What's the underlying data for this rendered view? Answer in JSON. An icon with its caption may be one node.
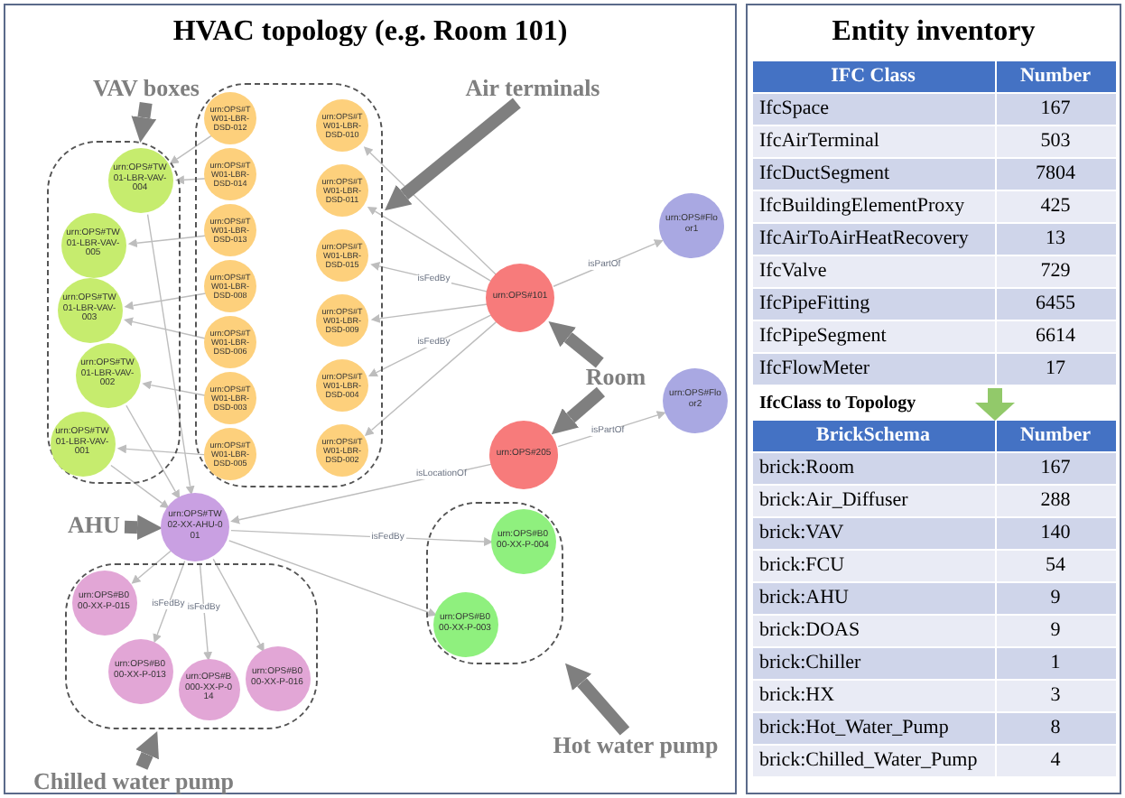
{
  "diagram": {
    "nodes": [
      {
        "text": [
          "HVAC topology (e.g. Room 101)"
        ]
      },
      {
        "text": [
          "Entity inventory"
        ]
      },
      {
        "text": [
          "VAV boxes"
        ],
        "in": 0
      },
      {
        "text": [
          "Air terminals"
        ],
        "in": 0
      },
      {
        "text": [],
        "shape": "box",
        "in": 0
      },
      {
        "text": [
          "urn:OPS#TW01-LBR-VAV-004"
        ],
        "in": 4
      },
      {
        "text": [
          "urn:OPS#TW01-LBR-VAV-005"
        ],
        "in": 4
      },
      {
        "text": [
          "urn:OPS#TW01-LBR-VAV-003"
        ],
        "in": 4
      },
      {
        "text": [
          "urn:OPS#TW01-LBR-VAV-002"
        ],
        "in": 4
      },
      {
        "text": [
          "urn:OPS#TW01-LBR-VAV-001"
        ],
        "in": 4
      },
      {
        "text": [],
        "shape": "box",
        "in": 0
      },
      {
        "text": [
          "urn:OPS#TW01-LBR-DSD-012"
        ],
        "in": 10
      },
      {
        "text": [
          "urn:OPS#TW01-LBR-DSD-010"
        ],
        "in": 10
      },
      {
        "text": [
          "urn:OPS#TW01-LBR-DSD-014"
        ],
        "in": 10
      },
      {
        "text": [
          "urn:OPS#TW01-LBR-DSD-013"
        ],
        "in": 10
      },
      {
        "text": [
          "urn:OPS#TW01-LBR-DSD-008"
        ],
        "in": 10
      },
      {
        "text": [
          "urn:OPS#TW01-LBR-DSD-011"
        ],
        "in": 10
      },
      {
        "text": [
          "urn:OPS#TW01-LBR-DSD-006"
        ],
        "in": 10
      },
      {
        "text": [
          "urn:OPS#TW01-LBR-DSD-015"
        ],
        "in": 10
      },
      {
        "text": [
          "urn:OPS#TW01-LBR-DSD-003"
        ],
        "in": 10
      },
      {
        "text": [
          "urn:OPS#TW01-LBR-DSD-009"
        ],
        "in": 10
      },
      {
        "text": [
          "urn:OPS#TW01-LBR-DSD-005"
        ],
        "in": 10
      },
      {
        "text": [
          "urn:OPS#TW01-LBR-DSD-002"
        ],
        "in": 10
      },
      {
        "text": [
          "urn:OPS#TW01-LBR-DSD-004"
        ],
        "in": 10
      },
      {
        "text": [
          "urn:OPS#Floor1"
        ],
        "in": 0
      },
      {
        "text": [
          "urn:OPS#101"
        ],
        "in": 0
      },
      {
        "text": [
          "Room"
        ],
        "in": 0
      },
      {
        "text": [
          "urn:OPS#Floor2"
        ],
        "in": 0
      },
      {
        "text": [
          "urn:OPS#205"
        ],
        "in": 0
      },
      {
        "text": [
          "urn:OPS#TW02-XX-AHU-001"
        ],
        "in": 0
      },
      {
        "text": [
          "AHU"
        ],
        "in": 0
      },
      {
        "text": [],
        "shape": "box",
        "in": 0
      },
      {
        "text": [
          "urn:OPS#B000-XX-P-015"
        ],
        "in": 31
      },
      {
        "text": [
          "urn:OPS#B000-XX-P-013"
        ],
        "in": 31
      },
      {
        "text": [
          "urn:OPS#B000-XX-P-014"
        ],
        "in": 31
      },
      {
        "text": [
          "urn:OPS#B000-XX-P-016"
        ],
        "in": 31
      },
      {
        "text": [],
        "shape": "box",
        "in": 0
      },
      {
        "text": [
          "urn:OPS#B000-XX-P-004"
        ],
        "in": 36
      },
      {
        "text": [
          "urn:OPS#B000-XX-P-003"
        ],
        "in": 36
      },
      {
        "text": [
          "Chilled water pump"
        ],
        "in": 0
      },
      {
        "text": [
          "Hot water pump"
        ],
        "in": 0
      }
    ],
    "edges": [
      {
        "from": 25,
        "to": 24,
        "arrow": "to",
        "label": "isPartOf"
      },
      {
        "from": 28,
        "to": 27,
        "arrow": "to",
        "label": "isPartOf"
      },
      {
        "from": 28,
        "to": 29,
        "arrow": "to",
        "label": "isLocationOf"
      },
      {
        "from": 25,
        "to": 12,
        "arrow": "to"
      },
      {
        "from": 25,
        "to": 16,
        "arrow": "to"
      },
      {
        "from": 25,
        "to": 18,
        "arrow": "to",
        "label": "isFedBy"
      },
      {
        "from": 25,
        "to": 20,
        "arrow": "to"
      },
      {
        "from": 25,
        "to": 23,
        "arrow": "to",
        "label": "isFedBy"
      },
      {
        "from": 25,
        "to": 22,
        "arrow": "to"
      },
      {
        "from": 11,
        "to": 5,
        "arrow": "to"
      },
      {
        "from": 13,
        "to": 5,
        "arrow": "to"
      },
      {
        "from": 14,
        "to": 6,
        "arrow": "to"
      },
      {
        "from": 15,
        "to": 7,
        "arrow": "to"
      },
      {
        "from": 17,
        "to": 7,
        "arrow": "to"
      },
      {
        "from": 19,
        "to": 8,
        "arrow": "to"
      },
      {
        "from": 21,
        "to": 9,
        "arrow": "to"
      },
      {
        "from": 5,
        "to": 29,
        "arrow": "to"
      },
      {
        "from": 8,
        "to": 29,
        "arrow": "to"
      },
      {
        "from": 9,
        "to": 29,
        "arrow": "to"
      },
      {
        "from": 29,
        "to": 32,
        "arrow": "to"
      },
      {
        "from": 29,
        "to": 33,
        "arrow": "to",
        "label": "isFedBy"
      },
      {
        "from": 29,
        "to": 34,
        "arrow": "to",
        "label": "isFedBy"
      },
      {
        "from": 29,
        "to": 35,
        "arrow": "to"
      },
      {
        "from": 29,
        "to": 37,
        "arrow": "to",
        "label": "isFedBy"
      },
      {
        "from": 29,
        "to": 38,
        "arrow": "to"
      },
      {
        "from": 2,
        "to": 4,
        "arrow": "to",
        "style": "thick",
        "color": "#7f7f7f"
      },
      {
        "from": 3,
        "to": 10,
        "arrow": "to",
        "style": "thick",
        "color": "#7f7f7f"
      },
      {
        "from": 26,
        "to": 25,
        "arrow": "to",
        "style": "thick",
        "color": "#7f7f7f"
      },
      {
        "from": 26,
        "to": 28,
        "arrow": "to",
        "style": "thick",
        "color": "#7f7f7f"
      },
      {
        "from": 30,
        "to": 29,
        "arrow": "to",
        "style": "thick",
        "color": "#7f7f7f"
      },
      {
        "from": 39,
        "to": 31,
        "arrow": "to",
        "style": "thick",
        "color": "#7f7f7f"
      },
      {
        "from": 40,
        "to": 36,
        "arrow": "to",
        "style": "thick",
        "color": "#7f7f7f"
      }
    ],
    "labels": [
      "IFC Class",
      "Number",
      "IfcSpace",
      "167",
      "IfcAirTerminal",
      "503",
      "IfcDuctSegment",
      "7804",
      "IfcBuildingElementProxy",
      "425",
      "IfcAirToAirHeatRecovery",
      "13",
      "IfcValve",
      "729",
      "IfcPipeFitting",
      "6455",
      "IfcPipeSegment",
      "6614",
      "IfcFlowMeter",
      "17",
      "IfcClass to Topology",
      "BrickSchema",
      "Number",
      "brick:Room",
      "167",
      "brick:Air_Diffuser",
      "288",
      "brick:VAV",
      "140",
      "brick:FCU",
      "54",
      "brick:AHU",
      "9",
      "brick:DOAS",
      "9",
      "brick:Chiller",
      "1",
      "brick:HX",
      "3",
      "brick:Hot_Water_Pump",
      "8",
      "brick:Chilled_Water_Pump",
      "4"
    ]
  }
}
